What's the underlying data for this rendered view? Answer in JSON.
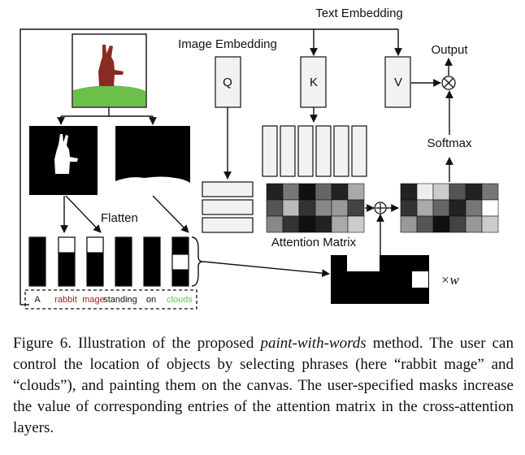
{
  "diagram": {
    "text_embedding": "Text Embedding",
    "image_embedding": "Image Embedding",
    "q": "Q",
    "k": "K",
    "v": "V",
    "output": "Output",
    "softmax": "Softmax",
    "flatten": "Flatten",
    "attention_matrix": "Attention Matrix",
    "times_w": "×w",
    "prompt_tokens": [
      {
        "text": "A",
        "color": "#111111"
      },
      {
        "text": "rabbit",
        "color": "#8b2a22"
      },
      {
        "text": "mage",
        "color": "#8b2a22"
      },
      {
        "text": "standing",
        "color": "#111111"
      },
      {
        "text": "on",
        "color": "#111111"
      },
      {
        "text": "clouds",
        "color": "#6cc04a"
      }
    ],
    "colors": {
      "rabbit": "#8b2a22",
      "clouds": "#6cc04a"
    }
  },
  "caption": {
    "label": "Figure 6. Illustration of the proposed ",
    "method": "paint-with-words",
    "rest": " method. The user can control the location of objects by selecting phrases (here “rabbit mage” and “clouds”), and painting them on the canvas. The user-specified masks increase the value of corresponding entries of the attention matrix in the cross-attention layers."
  }
}
